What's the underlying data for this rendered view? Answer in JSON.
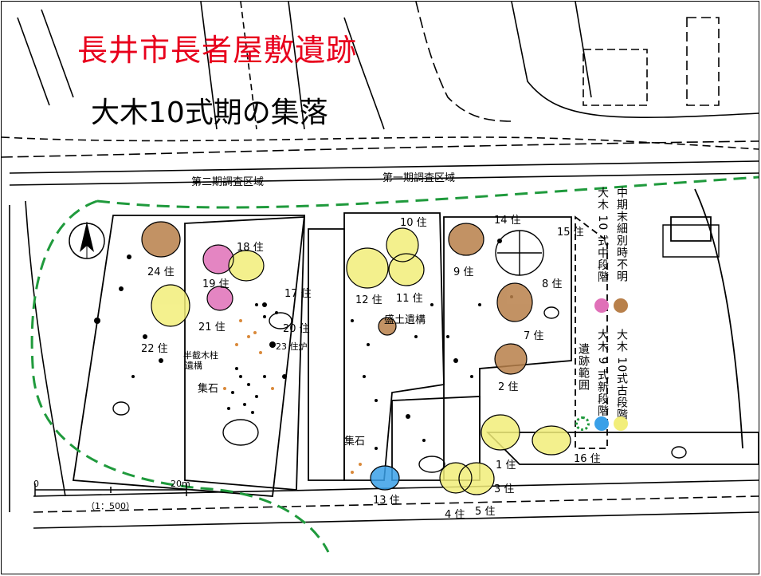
{
  "title": "長井市長者屋敷遺跡",
  "subtitle": "大木10式期の集落",
  "areas": {
    "phase2": "第二期調査区域",
    "phase1": "第一期調査区域"
  },
  "features": {
    "f_mound": "盛土遺構",
    "f_stones1": "集石",
    "f_stones2": "集石",
    "f_pit_a": "半截木柱",
    "f_pit_b": "遺構",
    "f_hearth": "23 住炉"
  },
  "dwellings": [
    "1 住",
    "2 住",
    "3 住",
    "4 住",
    "5 住",
    "7 住",
    "8 住",
    "9 住",
    "10 住",
    "11 住",
    "12 住",
    "13 住",
    "14 住",
    "15 住",
    "16 住",
    "17 住",
    "18 住",
    "19 住",
    "20 住",
    "21 住",
    "22 住",
    "24 住"
  ],
  "scale": {
    "zero": "0",
    "max": "20m",
    "ratio": "（1：500）"
  },
  "legend": {
    "col1": "大木 10 式中段階",
    "col2": "中期末細別時不明",
    "col3": "遺跡範囲",
    "col4": "大木 9 式新段階",
    "col5": "大木 10式古段階"
  },
  "colors": {
    "title": "#e8001c",
    "pink": "#e070b8",
    "brown": "#b8804a",
    "yellow": "#f2ee7a",
    "blue": "#3aa0e8",
    "green": "#1f9a3c"
  }
}
